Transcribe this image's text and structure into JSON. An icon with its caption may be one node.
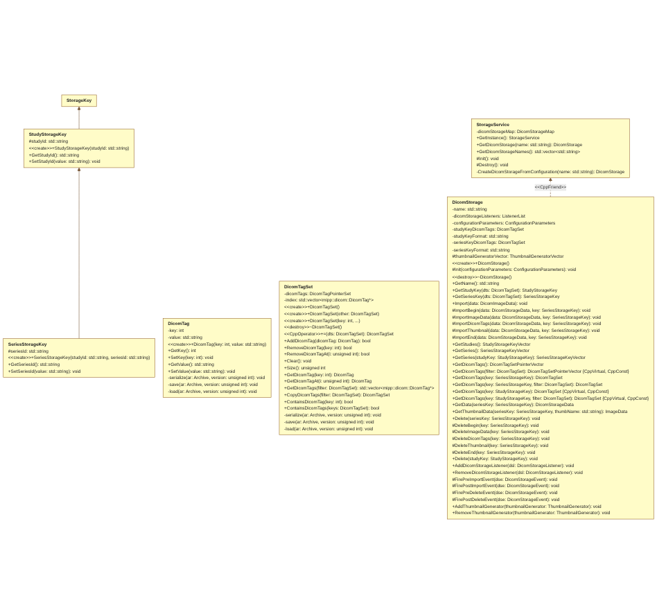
{
  "diagram": {
    "nodes": [
      {
        "text": [
          "StorageKey"
        ]
      },
      {
        "text": [
          "StudyStorageKey",
          "#studyId: std::string",
          "<<create>>+StudyStorageKey(studyId: std::string)",
          "+GetStudyId(): std::string",
          "+SetStudyId(value: std::string): void"
        ]
      },
      {
        "text": [
          "SeriesStorageKey",
          "#seriesId: std::string",
          "<<create>>+SeriesStorageKey(studyId: std::string, seriesId: std::string)",
          "+GetSeriesId(): std::string",
          "+SetSeriesId(value: std::string): void"
        ]
      },
      {
        "text": [
          "DicomTag",
          "-key: int",
          "-value: std::string",
          "<<create>>+DicomTag(key: int, value: std::string)",
          "+GetKey(): int",
          "+SetKey(key: int): void",
          "+GetValue(): std::string",
          "+SetValue(value: std::string): void",
          "-serialize(ar: Archive, version: unsigned int): void",
          "-save(ar: Archive, version: unsigned int): void",
          "-load(ar: Archive, version: unsigned int): void"
        ]
      },
      {
        "text": [
          "DicomTagSet",
          "-dicomTags: DicomTagPointerSet",
          "-index: std::vector<mipp::dicom::DicomTag*>",
          "<<create>>+DicomTagSet()",
          "<<create>>+DicomTagSet(other: DicomTagSet)",
          "<<create>>+DicomTagSet(key: int, ...)",
          "<<destroy>>~DicomTagSet()",
          "<<CppOperator>>+=(dts: DicomTagSet): DicomTagSet",
          "+AddDicomTag(dicomTag: DicomTag): bool",
          "+RemoveDicomTag(key: int): bool",
          "+RemoveDicomTagAt(i: unsigned int): bool",
          "+Clear(): void",
          "+Size(): unsigned int",
          "+GetDicomTag(key: int): DicomTag",
          "+GetDicomTagAt(i: unsigned int): DicomTag",
          "+GetDicomTags(filter: DicomTagSet): std::vector<mipp::dicom::DicomTag*>",
          "+CopyDicomTags(filter: DicomTagSet): DicomTagSet",
          "+ContainsDicomTag(key: int): bool",
          "+ContainsDicomTags(keys: DicomTagSet): bool",
          "-serialize(ar: Archive, version: unsigned int): void",
          "-save(ar: Archive, version: unsigned int): void",
          "-load(ar: Archive, version: unsigned int): void"
        ]
      },
      {
        "text": [
          "StorageService",
          "-dicomStorageMap: DicomStorageMap",
          "+GetInstance(): StorageService",
          "+GetDicomStorage(name: std::string): DicomStorage",
          "+GetDicomStorageNames(): std::vector<std::string>",
          "#Init(): void",
          "#Destroy(): void",
          "-CreateDicomStorageFromConfiguration(name: std::string): DicomStorage"
        ]
      },
      {
        "text": [
          "DicomStorage",
          "-name: std::string",
          "-dicomStorageListeners: ListenerList",
          "-configurationParameters: ConfigurationParameters",
          "-studyKeyDicomTags: DicomTagSet",
          "-studyKeyFormat: std::string",
          "-seriesKeyDicomTags: DicomTagSet",
          "-seriesKeyFormat: std::string",
          "#thumbnailGeneratorVector: ThumbnailGeneratorVector",
          "<<create>>+DicomStorage()",
          "#Init(configurationParameters: ConfigurationParameters): void",
          "<<destroy>>~DicomStorage()",
          "+GetName(): std::string",
          "+GetStudyKey(dts: DicomTagSet): StudyStorageKey",
          "+GetSeriesKey(dts: DicomTagSet): SeriesStorageKey",
          "+Import(data: DicomImageData): void",
          "#ImportBegin(data: DicomStorageData, key: SeriesStorageKey): void",
          "#ImportImageData(data: DicomStorageData, key: SeriesStorageKey): void",
          "#ImportDicomTags(data: DicomStorageData, key: SeriesStorageKey): void",
          "#ImportThumbnail(data: DicomStorageData, key: SeriesStorageKey): void",
          "#ImportEnd(data: DicomStorageData, key: SeriesStorageKey): void",
          "+GetStudies(): StudyStorageKeyVector",
          "+GetSeries(): SeriesStorageKeyVector",
          "+GetSeries(studyKey: StudyStorageKey): SeriesStorageKeyVector",
          "+GetDicomTags(): DicomTagSetPointerVector",
          "+GetDicomTags(filter: DicomTagSet): DicomTagSetPointerVector {CppVirtual, CppConst}",
          "+GetDicomTags(key: SeriesStorageKey): DicomTagSet",
          "+GetDicomTags(key: SeriesStorageKey, filter: DicomTagSet): DicomTagSet",
          "+GetDicomTags(key: StudyStorageKey): DicomTagSet {CppVirtual, CppConst}",
          "+GetDicomTags(key: StudyStorageKey, filter: DicomTagSet): DicomTagSet {CppVirtual, CppConst}",
          "+GetData(seriesKey: SeriesStorageKey): DicomStorageData",
          "+GetThumbnailData(seriesKey: SeriesStorageKey, thumbName: std::string): ImageData",
          "+Delete(seriesKey: SeriesStorageKey): void",
          "#DeleteBegin(key: SeriesStorageKey): void",
          "#DeleteImageData(key: SeriesStorageKey): void",
          "#DeleteDicomTags(key: SeriesStorageKey): void",
          "#DeleteThumbnail(key: SeriesStorageKey): void",
          "#DeleteEnd(key: SeriesStorageKey): void",
          "+Delete(studyKey: StudyStorageKey): void",
          "+AddDicomStorageListener(dsl: DicomStorageListener): void",
          "+RemoveDicomStorageListener(dsl: DicomStorageListener): void",
          "#FirePreImportEvent(dse: DicomStorageEvent): void",
          "#FirePostImportEvent(dse: DicomStorageEvent): void",
          "#FirePreDeleteEvent(dse: DicomStorageEvent): void",
          "#FirePostDeleteEvent(dse: DicomStorageEvent): void",
          "+AddThumbnailGenerator(thumbnailGenerator: ThumbnailGenerator): void",
          "+RemoveThumbnailGenerator(thumbnailGenerator: ThumbnailGenerator): void"
        ]
      }
    ],
    "edges": [
      {
        "from": 1,
        "to": 0,
        "arrow": "to"
      },
      {
        "from": 2,
        "to": 1,
        "arrow": "to"
      },
      {
        "from": 6,
        "to": 5,
        "arrow": "to",
        "label": "<<CppFriend>>",
        "style": "dashed"
      }
    ]
  }
}
